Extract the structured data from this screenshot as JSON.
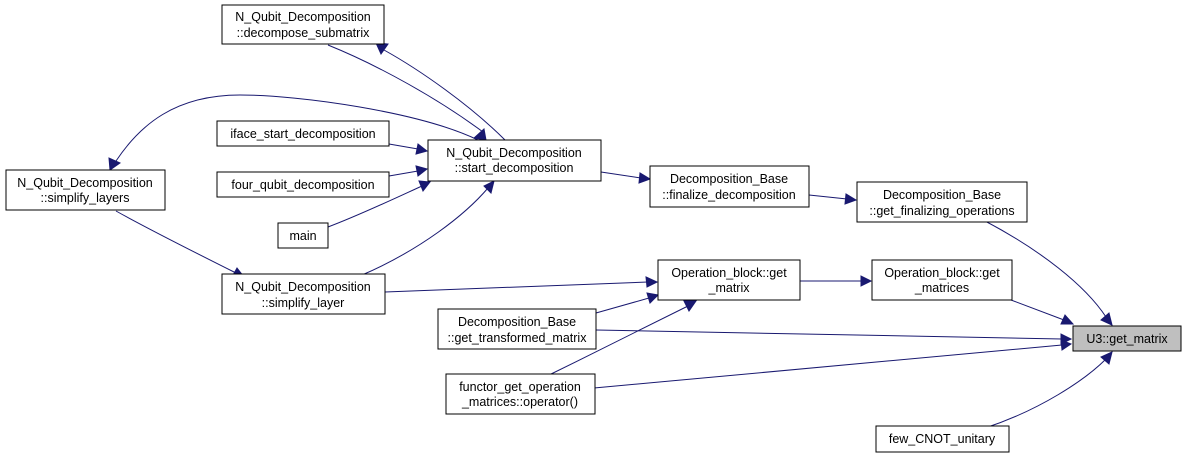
{
  "colors": {
    "edge": "#191970",
    "node_fill": "#ffffff",
    "root_fill": "#bfbfbf",
    "border": "#000000"
  },
  "nodes": {
    "u3_get_matrix": [
      "U3::get_matrix"
    ],
    "nqd_decompose_submatrix": [
      "N_Qubit_Decomposition",
      "::decompose_submatrix"
    ],
    "iface_start_decomposition": [
      "iface_start_decomposition"
    ],
    "four_qubit_decomposition": [
      "four_qubit_decomposition"
    ],
    "main": [
      "main"
    ],
    "nqd_start_decomposition": [
      "N_Qubit_Decomposition",
      "::start_decomposition"
    ],
    "nqd_simplify_layers": [
      "N_Qubit_Decomposition",
      "::simplify_layers"
    ],
    "nqd_simplify_layer": [
      "N_Qubit_Decomposition",
      "::simplify_layer"
    ],
    "db_finalize_decomposition": [
      "Decomposition_Base",
      "::finalize_decomposition"
    ],
    "db_get_finalizing_operations": [
      "Decomposition_Base",
      "::get_finalizing_operations"
    ],
    "ob_get_matrix": [
      "Operation_block::get",
      "_matrix"
    ],
    "ob_get_matrices": [
      "Operation_block::get",
      "_matrices"
    ],
    "db_get_transformed_matrix": [
      "Decomposition_Base",
      "::get_transformed_matrix"
    ],
    "functor_operator": [
      "functor_get_operation",
      "_matrices::operator()"
    ],
    "few_cnot_unitary": [
      "few_CNOT_unitary"
    ]
  }
}
